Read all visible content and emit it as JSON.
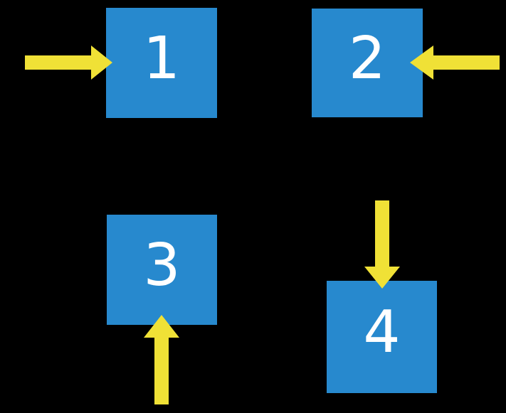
{
  "colors": {
    "background": "#000000",
    "square_fill": "#2789CE",
    "arrow_fill": "#F0E136",
    "label": "#FFFFFF"
  },
  "squares": [
    {
      "label": "1",
      "arrow_direction": "right",
      "arrow_enters_from": "left"
    },
    {
      "label": "2",
      "arrow_direction": "left",
      "arrow_enters_from": "right"
    },
    {
      "label": "3",
      "arrow_direction": "up",
      "arrow_enters_from": "bottom"
    },
    {
      "label": "4",
      "arrow_direction": "down",
      "arrow_enters_from": "top"
    }
  ]
}
